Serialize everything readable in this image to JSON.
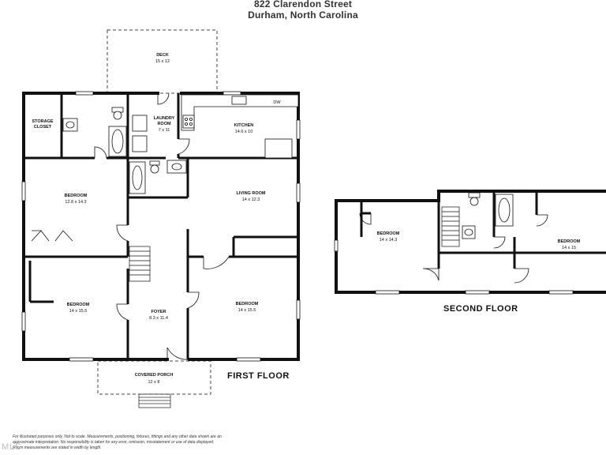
{
  "header": {
    "address_line": "822 Clarendon Street",
    "city_line": "Durham, North Carolina"
  },
  "floors": {
    "first": "FIRST FLOOR",
    "second": "SECOND FLOOR"
  },
  "rooms": {
    "deck": {
      "name": "DECK",
      "dims": "15 x 12"
    },
    "storage": {
      "name": "STORAGE",
      "name2": "CLOSET"
    },
    "laundry": {
      "name": "LAUNDRY",
      "name2": "ROOM",
      "dims": "7 x 11"
    },
    "kitchen": {
      "name": "KITCHEN",
      "dims": "14.6 x 10",
      "dw": "DW"
    },
    "bedroom_w": {
      "name": "BEDROOM",
      "dims": "12.8 x 14.3"
    },
    "living": {
      "name": "LIVING ROOM",
      "dims": "14 x 12.3"
    },
    "bedroom_sw": {
      "name": "BEDROOM",
      "dims": "14 x 15.5"
    },
    "foyer": {
      "name": "FOYER",
      "dims": "8.3 x 11.4"
    },
    "bedroom_se": {
      "name": "BEDROOM",
      "dims": "14 x 15.5"
    },
    "porch": {
      "name": "COVERED PORCH",
      "dims": "12 x 8"
    },
    "up_bedroom_l": {
      "name": "BEDROOM",
      "dims": "14 x 14.3"
    },
    "up_bedroom_r": {
      "name": "BEDROOM",
      "dims": "14 x 15"
    }
  },
  "disclaimer": {
    "line1": "For illustrated purposes only. Not to scale. Measurements, positioning, fixtures, fittings and any other data shown are an",
    "line2": "approximate interpretation. No responsibility is taken for any error, omission, misstatement or use of data displayed.",
    "line3": "Room measurements are stated in width by length."
  },
  "watermark": "MLS"
}
